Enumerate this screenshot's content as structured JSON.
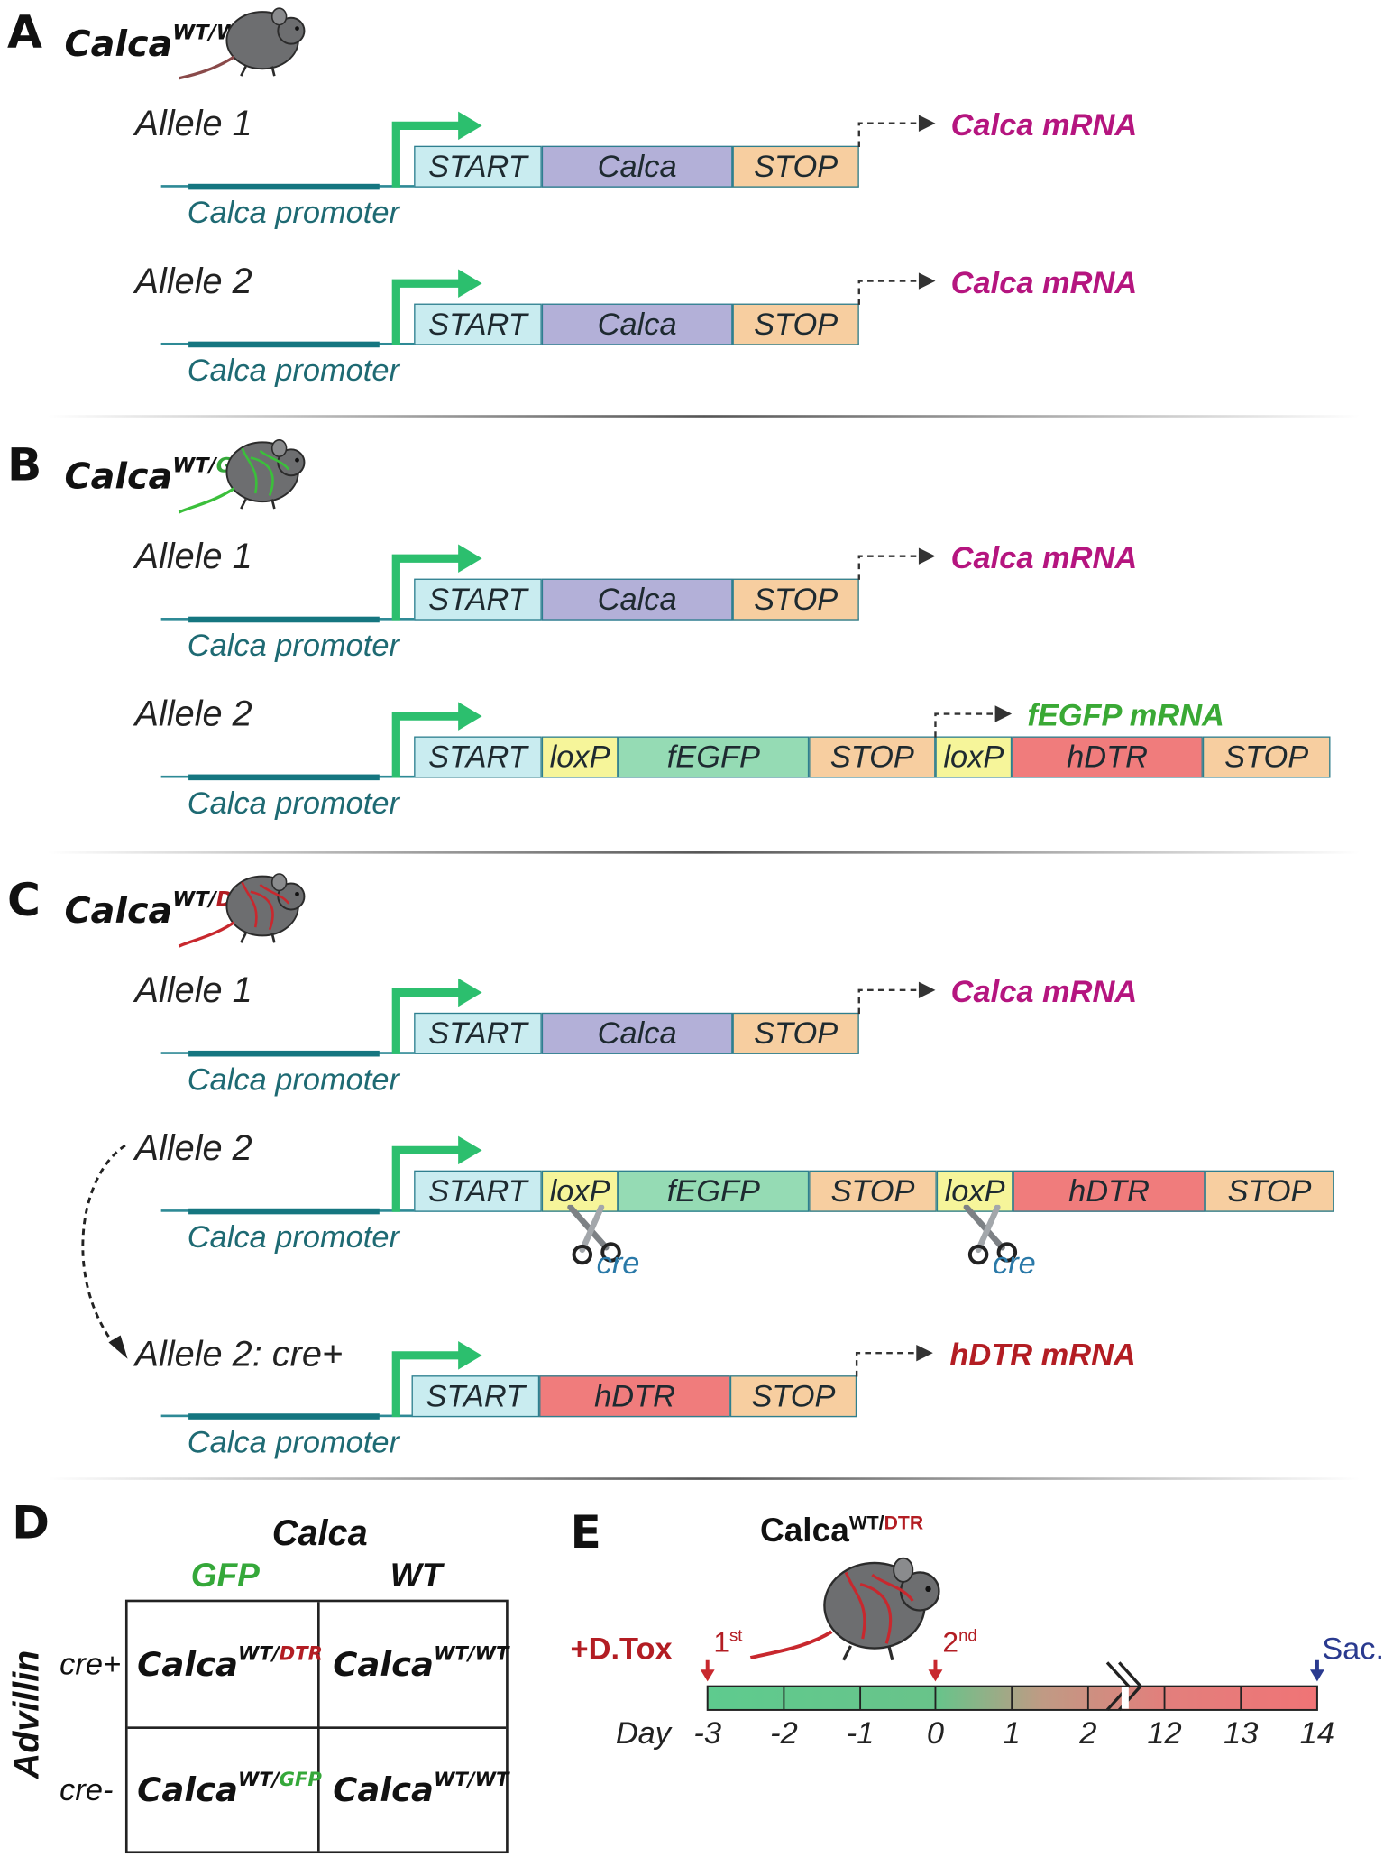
{
  "colors": {
    "promoter": "#157680",
    "arrow": "#2cbf6e",
    "start": "#c9ecf0",
    "calca": "#b3b0d8",
    "stop": "#f7cea0",
    "loxp": "#f6f59a",
    "fegfp": "#95dbb4",
    "hdtr": "#f07c7c",
    "calca_mrna": "#b5157f",
    "fegfp_mrna": "#3aa935",
    "hdtr_mrna": "#b31d23",
    "gfp_green": "#35a83a",
    "dtr_red": "#b31d23",
    "sac_blue": "#2a3a8f"
  },
  "panels": {
    "A": {
      "label": "A",
      "genotype": {
        "base": "Calca",
        "sup": "WT/WT"
      },
      "allele1": "Allele 1",
      "allele2": "Allele 2",
      "promoter": "Calca promoter",
      "mrna": "Calca mRNA",
      "boxes": [
        "START",
        "Calca",
        "STOP"
      ]
    },
    "B": {
      "label": "B",
      "genotype": {
        "base": "Calca",
        "sup_a": "WT/",
        "sup_b": "GFP"
      },
      "allele1": "Allele 1",
      "allele2": "Allele 2",
      "promoter": "Calca promoter",
      "mrna1": "Calca mRNA",
      "mrna2": "fEGFP mRNA",
      "boxes1": [
        "START",
        "Calca",
        "STOP"
      ],
      "boxes2": [
        "START",
        "loxP",
        "fEGFP",
        "STOP",
        "loxP",
        "hDTR",
        "STOP"
      ]
    },
    "C": {
      "label": "C",
      "genotype": {
        "base": "Calca",
        "sup_a": "WT/",
        "sup_b": "DTR"
      },
      "allele1": "Allele 1",
      "allele2": "Allele 2",
      "allele3": "Allele 2: cre+",
      "promoter": "Calca promoter",
      "mrna1": "Calca mRNA",
      "mrna3": "hDTR mRNA",
      "boxes1": [
        "START",
        "Calca",
        "STOP"
      ],
      "boxes2": [
        "START",
        "loxP",
        "fEGFP",
        "STOP",
        "loxP",
        "hDTR",
        "STOP"
      ],
      "boxes3": [
        "START",
        "hDTR",
        "STOP"
      ],
      "cre": "cre"
    },
    "D": {
      "label": "D",
      "col_title": "Calca",
      "col_gfp": "GFP",
      "col_wt": "WT",
      "row_title": "Advillin",
      "row_plus": "cre+",
      "row_minus": "cre-",
      "cells": {
        "base": "Calca",
        "r1c1_a": "WT/",
        "r1c1_b": "DTR",
        "r1c2": "WT/WT",
        "r2c1_a": "WT/",
        "r2c1_b": "GFP",
        "r2c2": "WT/WT"
      }
    },
    "E": {
      "label": "E",
      "genotype": {
        "base": "Calca",
        "sup_a": "WT/",
        "sup_b": "DTR"
      },
      "dtox": "+D.Tox",
      "first": {
        "num": "1",
        "sup": "st"
      },
      "second": {
        "num": "2",
        "sup": "nd"
      },
      "sac": "Sac.",
      "day_label": "Day",
      "days": [
        "-3",
        "-2",
        "-1",
        "0",
        "1",
        "2",
        "12",
        "13",
        "14"
      ]
    }
  }
}
